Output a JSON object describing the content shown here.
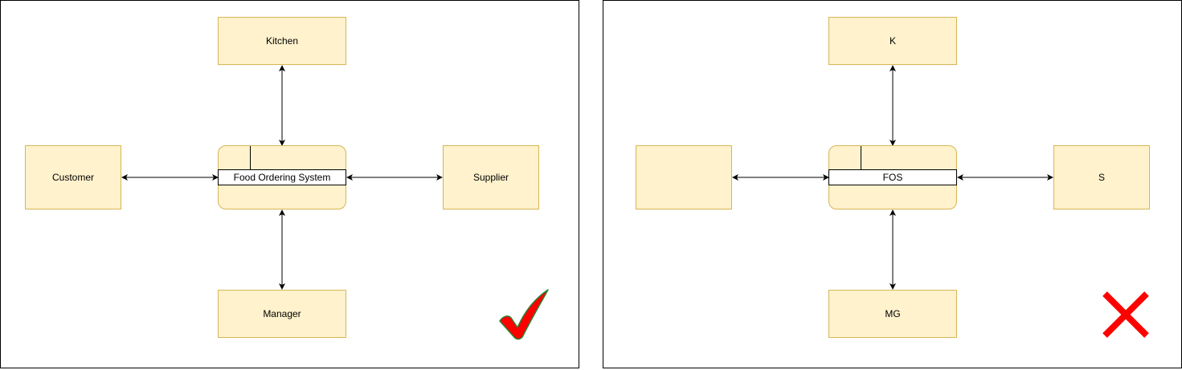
{
  "left_panel": {
    "process_label": "Food Ordering System",
    "top_entity": "Kitchen",
    "left_entity": "Customer",
    "right_entity": "Supplier",
    "bottom_entity": "Manager",
    "verdict_icon": "checkmark-icon"
  },
  "right_panel": {
    "process_label": "FOS",
    "top_entity": "K",
    "left_entity": "",
    "right_entity": "S",
    "bottom_entity": "MG",
    "verdict_icon": "cross-icon"
  },
  "colors": {
    "entity_fill": "#fff2cc",
    "entity_border": "#d6b656",
    "check": "#ff0000",
    "check_outline": "#2e7d32",
    "cross": "#ff0000"
  }
}
